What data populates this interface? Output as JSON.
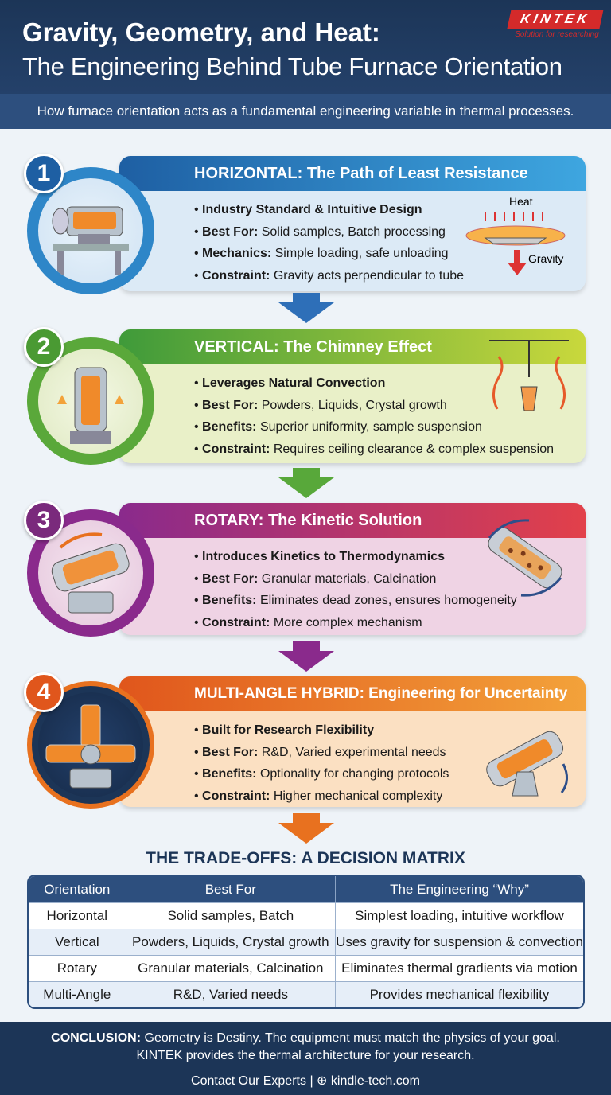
{
  "header": {
    "title_line1": "Gravity, Geometry, and Heat:",
    "title_line2": "The Engineering Behind Tube Furnace Orientation",
    "logo": "KINTEK",
    "logo_tagline": "Solution for researching",
    "subtitle": "How furnace orientation acts as a fundamental engineering variable in thermal processes."
  },
  "sections": [
    {
      "number": "1",
      "title": "HORIZONTAL: The Path of Least Resistance",
      "color": "#2e86c8",
      "bullets": [
        {
          "key": "Industry Standard & Intuitive Design",
          "text": ""
        },
        {
          "key": "Best For:",
          "text": " Solid samples, Batch processing"
        },
        {
          "key": "Mechanics:",
          "text": " Simple loading, safe unloading"
        },
        {
          "key": "Constraint:",
          "text": " Gravity acts perpendicular to tube"
        }
      ],
      "diagram_labels": {
        "heat": "Heat",
        "gravity": "Gravity"
      }
    },
    {
      "number": "2",
      "title": "VERTICAL: The Chimney Effect",
      "color": "#5aa83a",
      "bullets": [
        {
          "key": "Leverages Natural Convection",
          "text": ""
        },
        {
          "key": "Best For:",
          "text": " Powders, Liquids, Crystal growth"
        },
        {
          "key": "Benefits:",
          "text": " Superior uniformity, sample suspension"
        },
        {
          "key": "Constraint:",
          "text": " Requires ceiling clearance & complex suspension"
        }
      ]
    },
    {
      "number": "3",
      "title": "ROTARY: The Kinetic Solution",
      "color": "#a2338a",
      "bullets": [
        {
          "key": "Introduces Kinetics to Thermodynamics",
          "text": ""
        },
        {
          "key": "Best For:",
          "text": " Granular materials, Calcination"
        },
        {
          "key": "Benefits:",
          "text": " Eliminates dead zones, ensures homogeneity"
        },
        {
          "key": "Constraint:",
          "text": " More complex mechanism"
        }
      ]
    },
    {
      "number": "4",
      "title": "MULTI-ANGLE HYBRID: Engineering for Uncertainty",
      "color": "#e8711f",
      "bullets": [
        {
          "key": "Built for Research Flexibility",
          "text": ""
        },
        {
          "key": "Best For:",
          "text": " R&D, Varied experimental needs"
        },
        {
          "key": "Benefits:",
          "text": " Optionality for changing protocols"
        },
        {
          "key": "Constraint:",
          "text": " Higher mechanical complexity"
        }
      ]
    }
  ],
  "matrix": {
    "title": "THE TRADE-OFFS: A DECISION MATRIX",
    "headers": [
      "Orientation",
      "Best For",
      "The Engineering “Why”"
    ],
    "rows": [
      [
        "Horizontal",
        "Solid samples, Batch",
        "Simplest loading, intuitive workflow"
      ],
      [
        "Vertical",
        "Powders, Liquids, Crystal growth",
        "Uses gravity for suspension & convection"
      ],
      [
        "Rotary",
        "Granular materials, Calcination",
        "Eliminates thermal gradients via motion"
      ],
      [
        "Multi-Angle",
        "R&D, Varied needs",
        "Provides mechanical flexibility"
      ]
    ]
  },
  "footer": {
    "conclusion_label": "CONCLUSION:",
    "conclusion_text": " Geometry is Destiny. The equipment must match the physics of your goal.",
    "line2": "KINTEK provides the thermal architecture for your research.",
    "contact": "Contact Our Experts",
    "website": "kindle-tech.com"
  }
}
